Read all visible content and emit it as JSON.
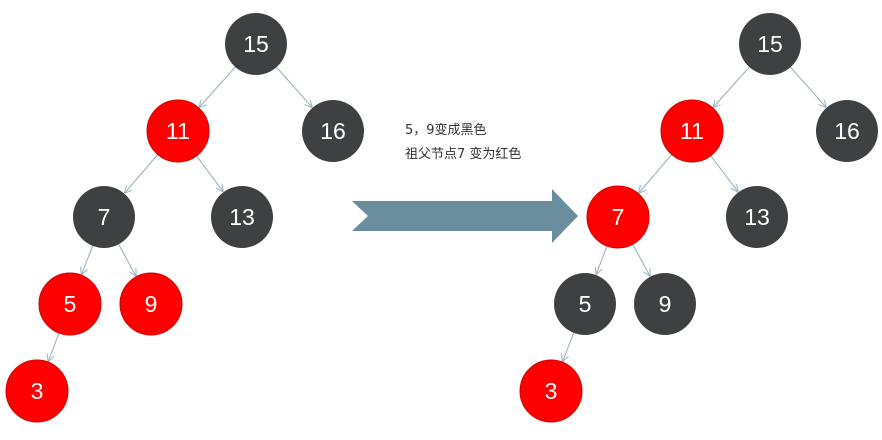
{
  "caption": {
    "line1": "5，9变成黑色",
    "line2": "祖父节点7 变为红色"
  },
  "colors": {
    "black": "#3f4042",
    "red": "#ff0000",
    "arrow": "#6b8e9e",
    "edge": "#9bb5c0"
  },
  "trees": [
    {
      "name": "before",
      "nodes": [
        {
          "key": "15",
          "color": "black"
        },
        {
          "key": "11",
          "color": "red"
        },
        {
          "key": "16",
          "color": "black"
        },
        {
          "key": "7",
          "color": "black"
        },
        {
          "key": "13",
          "color": "black"
        },
        {
          "key": "5",
          "color": "red"
        },
        {
          "key": "9",
          "color": "red"
        },
        {
          "key": "3",
          "color": "red"
        }
      ]
    },
    {
      "name": "after",
      "nodes": [
        {
          "key": "15",
          "color": "black"
        },
        {
          "key": "11",
          "color": "red"
        },
        {
          "key": "16",
          "color": "black"
        },
        {
          "key": "7",
          "color": "red"
        },
        {
          "key": "13",
          "color": "black"
        },
        {
          "key": "5",
          "color": "black"
        },
        {
          "key": "9",
          "color": "black"
        },
        {
          "key": "3",
          "color": "red"
        }
      ]
    }
  ],
  "edges": [
    [
      "15",
      "11"
    ],
    [
      "15",
      "16"
    ],
    [
      "11",
      "7"
    ],
    [
      "11",
      "13"
    ],
    [
      "7",
      "5"
    ],
    [
      "7",
      "9"
    ],
    [
      "5",
      "3"
    ]
  ]
}
